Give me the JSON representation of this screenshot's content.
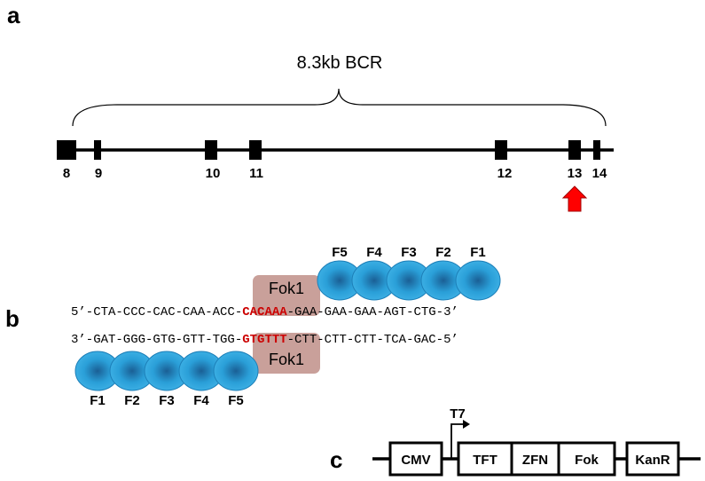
{
  "panels": {
    "a": "a",
    "b": "b",
    "c": "c"
  },
  "colors": {
    "exon": "#000000",
    "arrow": "#ff0000",
    "finger": "#2a9fd8",
    "finger_dark": "#1a6fa0",
    "fok_box": "#c9a09a",
    "highlight": "#cc0000",
    "line": "#000000"
  },
  "panel_a": {
    "region_label": "8.3kb BCR",
    "exons": [
      {
        "label": "8"
      },
      {
        "label": "9"
      },
      {
        "label": "10"
      },
      {
        "label": "11"
      },
      {
        "label": "12"
      },
      {
        "label": "13"
      },
      {
        "label": "14"
      }
    ],
    "arrow_icon": "red-up-arrow",
    "arrow_target_exon": "13"
  },
  "panel_b": {
    "top_fingers": [
      "F5",
      "F4",
      "F3",
      "F2",
      "F1"
    ],
    "bottom_fingers": [
      "F1",
      "F2",
      "F3",
      "F4",
      "F5"
    ],
    "fok_top": "Fok1",
    "fok_bottom": "Fok1",
    "top_strand": {
      "prefix": "5’-CTA-CCC-CAC-CAA-ACC-",
      "highlight": "CACAAA",
      "suffix": "-GAA-GAA-GAA-AGT-CTG-3’"
    },
    "bottom_strand": {
      "prefix": "3’-GAT-GGG-GTG-GTT-TGG-",
      "highlight": "GTGTTT",
      "suffix": "-CTT-CTT-CTT-TCA-GAC-5’"
    }
  },
  "panel_c": {
    "promoter_label": "T7",
    "boxes": [
      "CMV",
      "TFT",
      "ZFN",
      "Fok",
      "KanR"
    ]
  }
}
